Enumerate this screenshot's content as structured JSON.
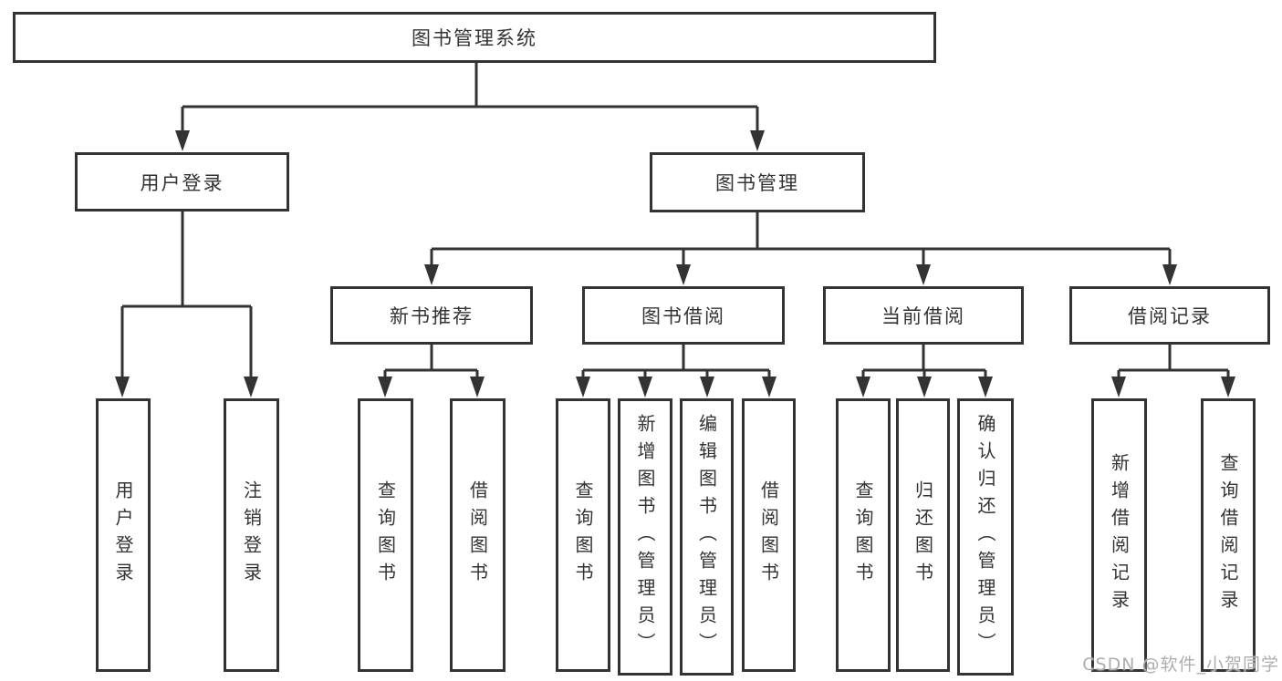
{
  "diagram": {
    "root": "图书管理系统",
    "level2": {
      "user_login": "用户登录",
      "book_management": "图书管理"
    },
    "level3": {
      "new_book_recommend": "新书推荐",
      "book_borrow": "图书借阅",
      "current_borrow": "当前借阅",
      "borrow_record": "借阅记录"
    },
    "leaves": {
      "user_login": "用户登录",
      "logout": "注销登录",
      "recommend_query": "查询图书",
      "recommend_borrow": "借阅图书",
      "borrow_query": "查询图书",
      "borrow_add": "新增图书（管理员）",
      "borrow_edit": "编辑图书（管理员）",
      "borrow_borrow": "借阅图书",
      "current_query": "查询图书",
      "current_return": "归还图书",
      "current_confirm": "确认归还（管理员）",
      "record_add": "新增借阅记录",
      "record_query": "查询借阅记录"
    },
    "watermark": "CSDN @软件_小贺同学",
    "colors": {
      "line": "#333333",
      "text": "#333333",
      "watermark": "#aeaeae",
      "background": "#ffffff"
    }
  }
}
